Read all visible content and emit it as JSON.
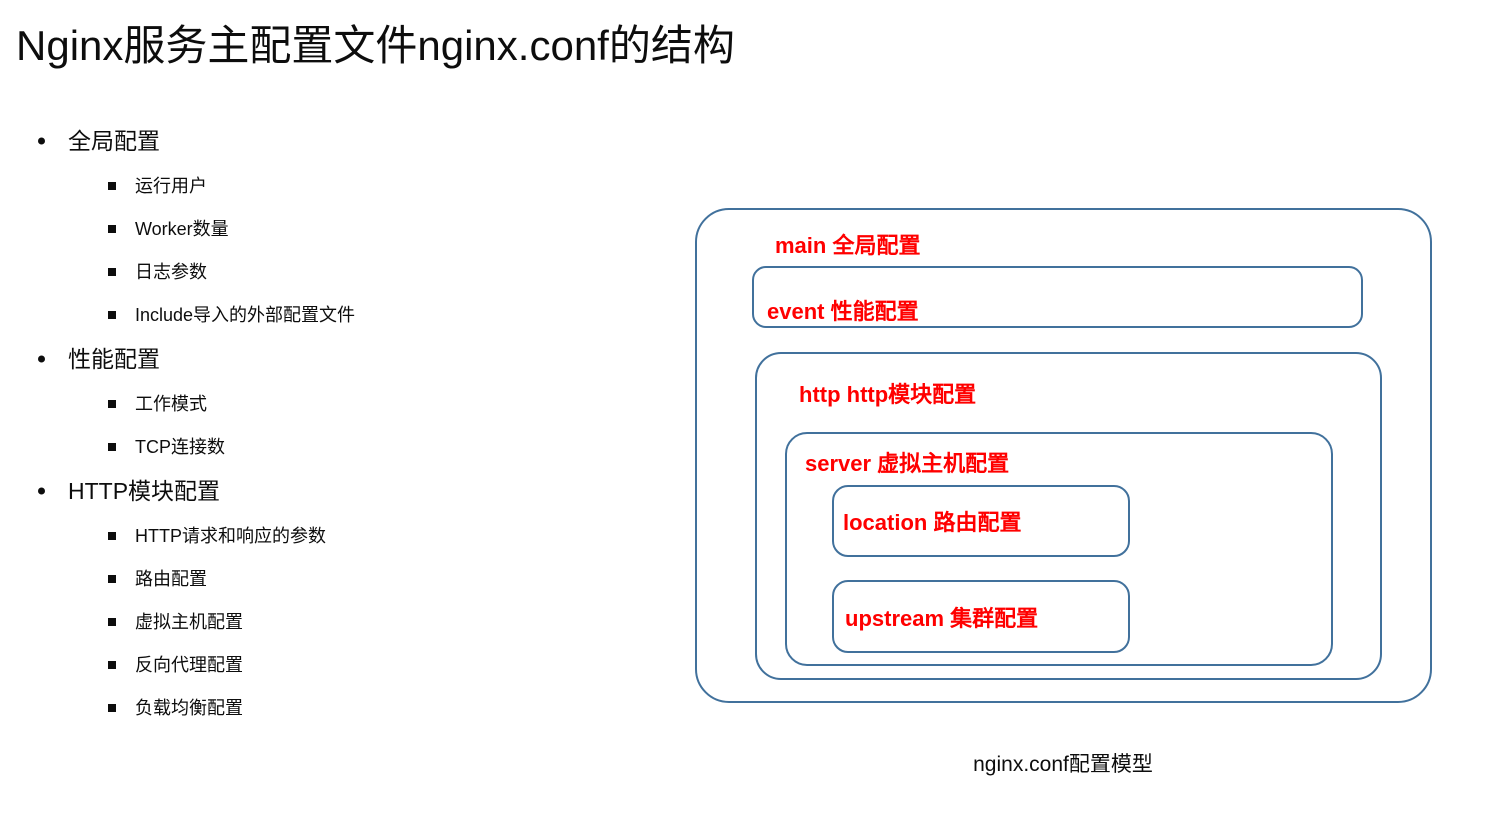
{
  "slide": {
    "title": "Nginx服务主配置文件nginx.conf的结构"
  },
  "outline": {
    "groups": [
      {
        "label": "全局配置",
        "items": [
          "运行用户",
          "Worker数量",
          "日志参数",
          "Include导入的外部配置文件"
        ]
      },
      {
        "label": "性能配置",
        "items": [
          "工作模式",
          "TCP连接数"
        ]
      },
      {
        "label": "HTTP模块配置",
        "items": [
          "HTTP请求和响应的参数",
          "路由配置",
          "虚拟主机配置",
          "反向代理配置",
          "负载均衡配置"
        ]
      }
    ]
  },
  "diagram": {
    "caption": "nginx.conf配置模型",
    "box_border_color": "#41719c",
    "label_color": "#ff0000",
    "boxes": [
      {
        "key": "main",
        "label": "main 全局配置"
      },
      {
        "key": "event",
        "label": "event 性能配置"
      },
      {
        "key": "http",
        "label": "http   http模块配置"
      },
      {
        "key": "server",
        "label": "server  虚拟主机配置"
      },
      {
        "key": "location",
        "label": "location    路由配置"
      },
      {
        "key": "upstream",
        "label": "upstream 集群配置"
      }
    ]
  }
}
